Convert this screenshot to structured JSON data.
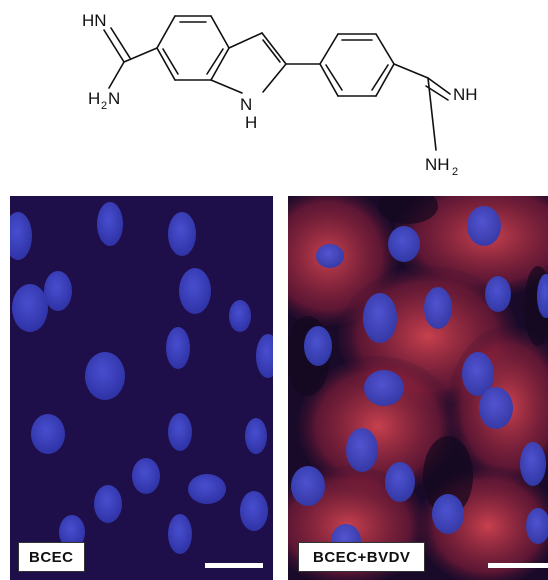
{
  "structure": {
    "labels": {
      "left_imine": "HN",
      "left_amine": "H",
      "left_amine_sub": "2",
      "left_amine_n": "N",
      "ring_n": "N",
      "ring_h": "H",
      "right_imine": "NH",
      "right_amine": "NH",
      "right_amine_sub": "2"
    }
  },
  "panels": {
    "left": {
      "label": "BCEC",
      "colors": {
        "background": "#1e0f4a",
        "nucleus": "#3b3ec2"
      }
    },
    "right": {
      "label": "BCEC+BVDV",
      "colors": {
        "background": "#1a0a2a",
        "cytoplasm": "#c73a4a",
        "nucleus": "#3c48c8"
      }
    }
  }
}
